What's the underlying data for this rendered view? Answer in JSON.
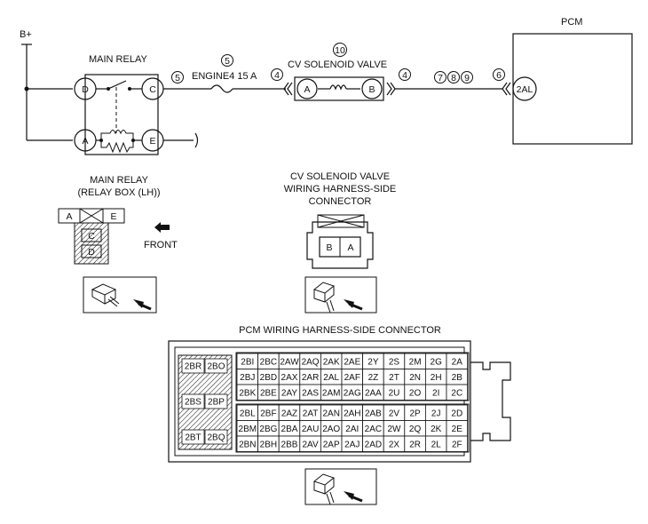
{
  "labels": {
    "bplus": "B+",
    "pcm": "PCM",
    "main_relay": "MAIN RELAY",
    "cv_solenoid_valve": "CV SOLENOID VALVE",
    "fuse": "ENGINE4 15 A",
    "relay_box_line1": "MAIN RELAY",
    "relay_box_line2": "(RELAY BOX (LH))",
    "front": "FRONT",
    "cv_conn_line1": "CV SOLENOID VALVE",
    "cv_conn_line2": "WIRING HARNESS-SIDE",
    "cv_conn_line3": "CONNECTOR",
    "pcm_conn_title": "PCM WIRING HARNESS-SIDE CONNECTOR"
  },
  "relay_pins": {
    "d": "D",
    "c": "C",
    "a": "A",
    "e": "E"
  },
  "solenoid_pins": {
    "a": "A",
    "b": "B"
  },
  "pcm_pin": "2AL",
  "circle_numbers": {
    "n5_left": "5",
    "n5_top": "5",
    "n4_left": "4",
    "n10": "10",
    "n4_right": "4",
    "n7": "7",
    "n8": "8",
    "n9": "9",
    "n6": "6"
  },
  "relay_box_pins": {
    "a": "A",
    "e": "E",
    "c": "C",
    "d": "D"
  },
  "cv_connector_pins": {
    "b": "B",
    "a": "A"
  },
  "pcm_connector": {
    "left_pins": [
      "2BR",
      "2BO",
      "2BS",
      "2BP",
      "2BT",
      "2BQ"
    ],
    "upper_rows": [
      [
        "2BI",
        "2BC",
        "2AW",
        "2AQ",
        "2AK",
        "2AE",
        "2Y",
        "2S",
        "2M",
        "2G",
        "2A"
      ],
      [
        "2BJ",
        "2BD",
        "2AX",
        "2AR",
        "2AL",
        "2AF",
        "2Z",
        "2T",
        "2N",
        "2H",
        "2B"
      ],
      [
        "2BK",
        "2BE",
        "2AY",
        "2AS",
        "2AM",
        "2AG",
        "2AA",
        "2U",
        "2O",
        "2I",
        "2C"
      ]
    ],
    "lower_rows": [
      [
        "2BL",
        "2BF",
        "2AZ",
        "2AT",
        "2AN",
        "2AH",
        "2AB",
        "2V",
        "2P",
        "2J",
        "2D"
      ],
      [
        "2BM",
        "2BG",
        "2BA",
        "2AU",
        "2AO",
        "2AI",
        "2AC",
        "2W",
        "2Q",
        "2K",
        "2E"
      ],
      [
        "2BN",
        "2BH",
        "2BB",
        "2AV",
        "2AP",
        "2AJ",
        "2AD",
        "2X",
        "2R",
        "2L",
        "2F"
      ]
    ]
  }
}
